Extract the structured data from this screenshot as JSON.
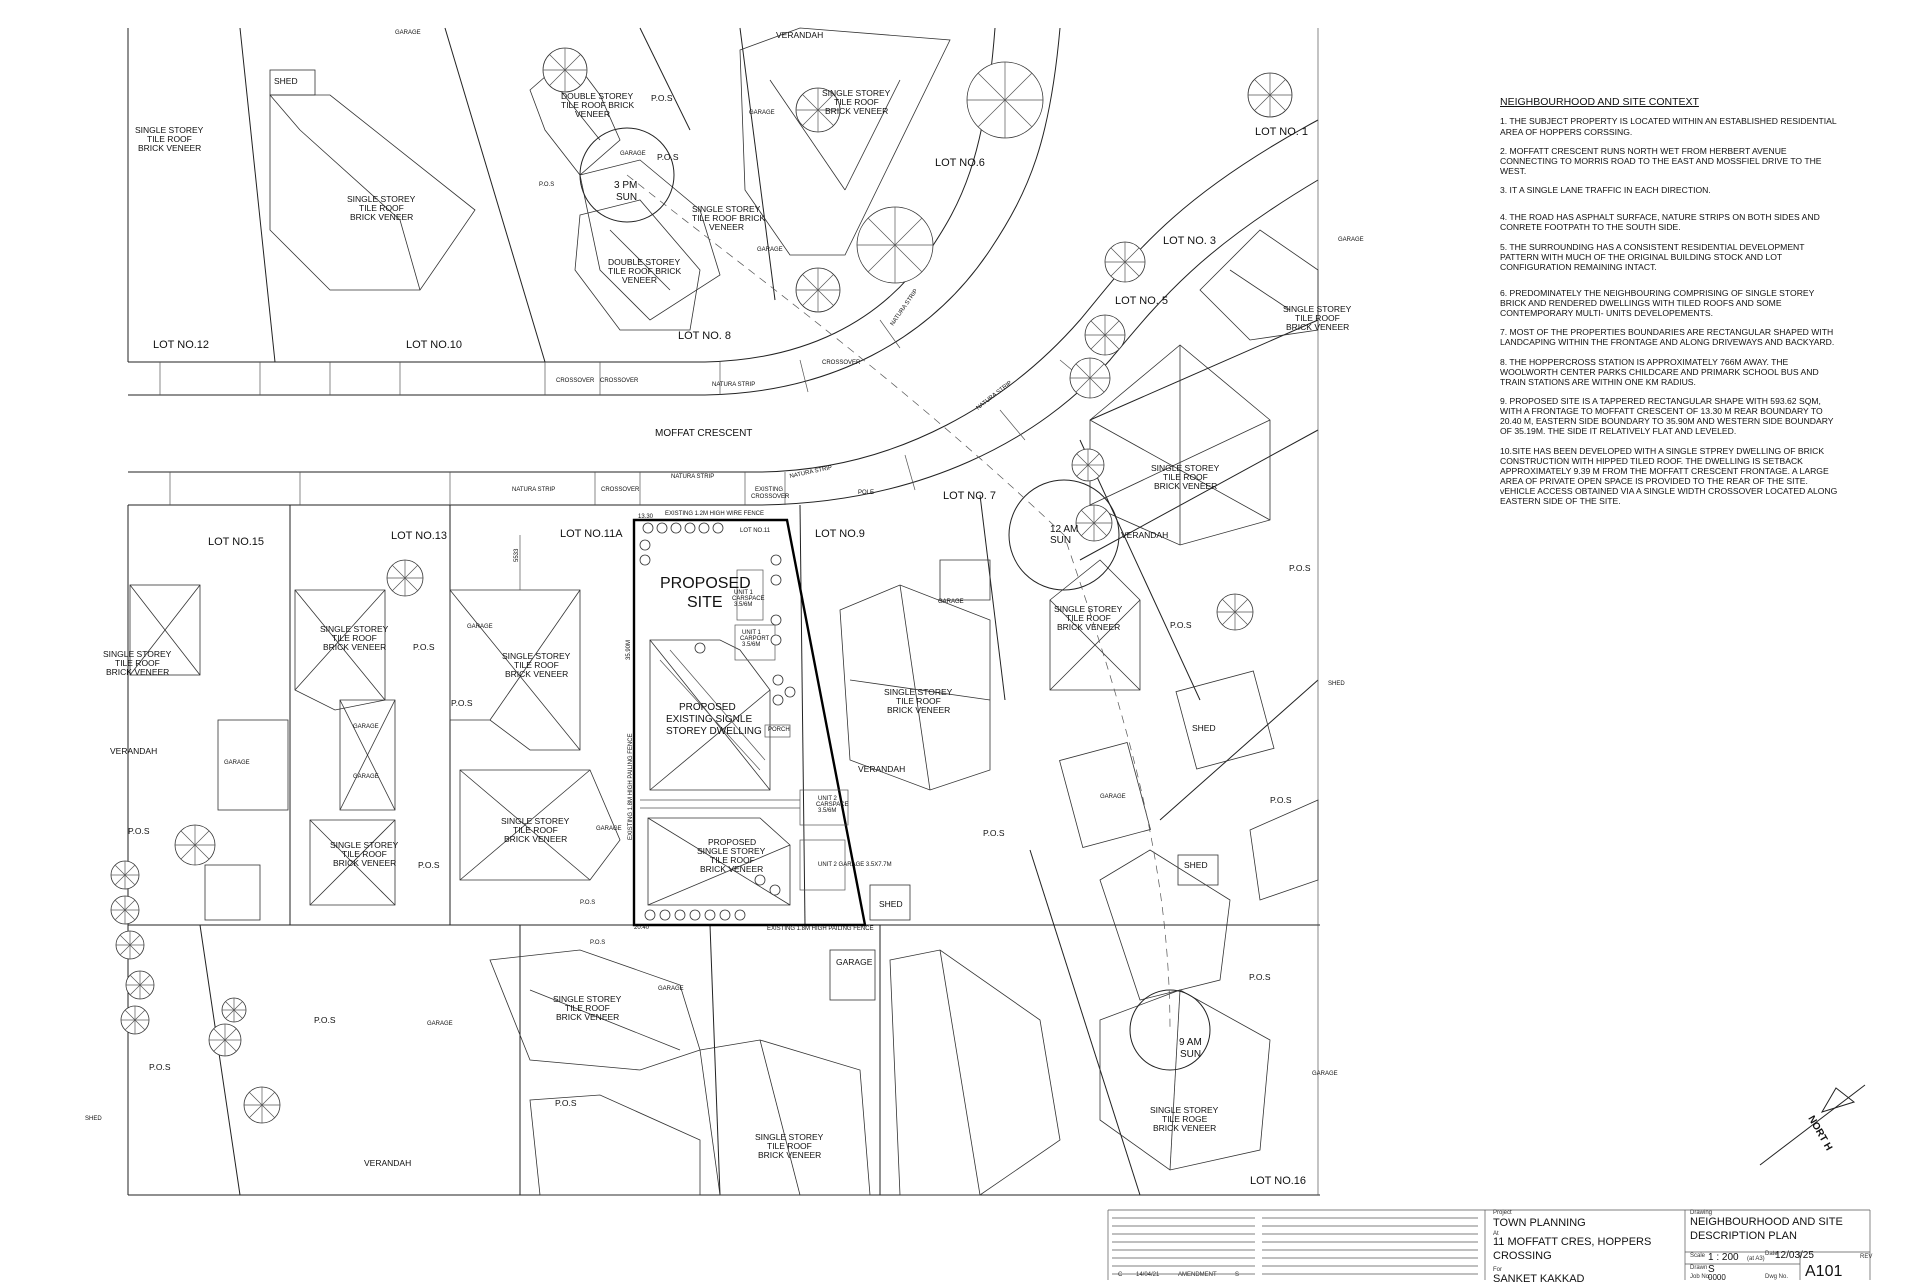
{
  "site_plan": {
    "proposed_site_label": [
      "PROPOSED",
      "SITE"
    ],
    "street": "MOFFAT CRESCENT",
    "lots": {
      "lot1": "LOT NO. 1",
      "lot3": "LOT NO. 3",
      "lot5": "LOT NO. 5",
      "lot6": "LOT NO.6",
      "lot7": "LOT NO. 7",
      "lot8": "LOT NO. 8",
      "lot9": "LOT NO.9",
      "lot10": "LOT NO.10",
      "lot11": "LOT NO.11",
      "lot11a": "LOT NO.11A",
      "lot12": "LOT NO.12",
      "lot13": "LOT NO.13",
      "lot15": "LOT NO.15",
      "lot16": "LOT NO.16"
    },
    "house_label": [
      "SINGLE STOREY",
      "TILE ROOF",
      "BRICK VENEER"
    ],
    "double_label": [
      "DOUBLE STOREY",
      "TILE ROOF BRICK",
      "VENEER"
    ],
    "single_brick_label": [
      "SINGLE STOREY",
      "TILE ROOF BRICK",
      "VENEER"
    ],
    "tile_roge_label": [
      "SINGLE STOREY",
      "TILE ROGE",
      "BRICK VENEER"
    ],
    "existing_dwelling": [
      "PROPOSED",
      "EXISTING SIGNLE",
      "STOREY  DWELLING"
    ],
    "proposed_unit": [
      "PROPOSED",
      "SINGLE STOREY",
      "TILE ROOF",
      "BRICK VENEER"
    ],
    "pos": "P.O.S",
    "garage": "GARAGE",
    "shed": "SHED",
    "verandah": "VERANDAH",
    "porch": "PORCH",
    "crossover": "CROSSOVER",
    "natura_strip": "NATURA STRIP",
    "existing_crossover": [
      "EXISTING",
      "CROSSOVER"
    ],
    "pole": "POLE",
    "sun_3pm": [
      "3 PM",
      "SUN"
    ],
    "sun_12am": [
      "12 AM",
      "SUN"
    ],
    "sun_9am": [
      "9 AM",
      "SUN"
    ],
    "fence_front": "EXISTING 1.2M HIGH WIRE FENCE",
    "fence_rear": "EXISTING 1.8M HIGH PAILING FENCE",
    "fence_side": "EXISTING 1.8M HIGH PAILING FENCE",
    "dim_front": "13.30",
    "dim_rear": "20.40",
    "dim_east": "35.90M",
    "dim_setback": "5533",
    "unit1_carport": [
      "UNIT 1",
      "CARPORT",
      "3.5/6M"
    ],
    "unit1_carspace": [
      "UNIT 1",
      "CARSPACE",
      "3.5/6M"
    ],
    "unit2_carspace": [
      "UNIT 2",
      "CARSPACE",
      "3.5/6M"
    ],
    "unit2_garage": "UNIT 2 GARAGE 3.5X7.7M",
    "north": "NORT H"
  },
  "context": {
    "heading": "NEIGHBOURHOOD AND  SITE CONTEXT",
    "items": [
      "1. THE SUBJECT PROPERTY IS LOCATED WITHIN AN ESTABLISHED RESIDENTIAL AREA OF HOPPERS CORSSING.",
      "2. MOFFATT CRESCENT RUNS NORTH WET FROM HERBERT AVENUE CONNECTING TO MORRIS ROAD TO THE EAST AND MOSSFIEL DRIVE TO THE WEST.",
      "3. IT A SINGLE LANE TRAFFIC IN EACH DIRECTION.",
      "4. THE ROAD HAS ASPHALT SURFACE, NATURE STRIPS ON BOTH SIDES AND CONRETE FOOTPATH TO THE SOUTH SIDE.",
      "5. THE SURROUNDING HAS A CONSISTENT RESIDENTIAL DEVELOPMENT PATTERN WITH MUCH OF THE ORIGINAL BUILDING STOCK AND LOT CONFIGURATION REMAINING INTACT.",
      "6. PREDOMINATELY THE NEIGHBOURING COMPRISING OF SINGLE STOREY BRICK AND RENDERED DWELLINGS WITH TILED ROOFS AND SOME CONTEMPORARY MULTI- UNITS DEVELOPEMENTS.",
      "7. MOST OF THE PROPERTIES BOUNDARIES ARE RECTANGULAR SHAPED WITH LANDCAPING WITHIN THE FRONTAGE AND ALONG DRIVEWAYS AND BACKYARD.",
      "8. THE HOPPERCROSS STATION IS APPROXIMATELY 766M AWAY. THE WOOLWORTH CENTER PARKS CHILDCARE AND PRIMARK SCHOOL BUS AND TRAIN STATIONS ARE WITHIN ONE KM RADIUS.",
      " 9. PROPOSED SITE IS A TAPPERED RECTANGULAR SHAPE WITH 593.62 SQM, WITH A FRONTAGE TO MOFFATT CRESCENT OF 13.30 M REAR BOUNDARY TO 20.40 M, EASTERN SIDE BOUNDARY TO 35.90M  AND WESTERN SIDE BOUNDARY OF 35.19M. THE SIDE IT RELATIVELY FLAT AND LEVELED.",
      "10.SITE HAS BEEN DEVELOPED WITH A SINGLE STPREY DWELLING OF BRICK CONSTRUCTION WITH HIPPED TILED ROOF. THE DWELLING IS SETBACK APPROXIMATELY 9.39 M FROM THE MOFFATT CRESCENT FRONTAGE. A LARGE AREA OF PRIVATE OPEN SPACE IS PROVIDED TO THE REAR OF THE SITE. vEHICLE ACCESS OBTAINED VIA A SINGLE WIDTH CROSSOVER LOCATED ALONG EASTERN SIDE OF THE SITE."
    ]
  },
  "title_block": {
    "project_caption": "Project",
    "project": "TOWN PLANNING",
    "at_caption": "At",
    "address": [
      "11 MOFFATT CRES, HOPPERS",
      "CROSSING"
    ],
    "for_caption": "For",
    "client": "SANKET KAKKAD",
    "drawing_caption": "Drawing",
    "drawing": [
      "NEIGHBOURHOOD AND SITE",
      "DESCRIPTION PLAN"
    ],
    "scale_caption": "Scale",
    "scale": "1 : 200",
    "scale_note": "(at A3)",
    "date_caption": "Date",
    "date": "12/03/25",
    "drawn_caption": "Drawn",
    "drawn": "S",
    "job_caption": "Job No.",
    "job": "0000",
    "dwg_caption": "Dwg No.",
    "rev_caption": "REV",
    "sheet": "A101",
    "revision_row": [
      "C",
      "14/04/21",
      "AMENDMENT",
      "S"
    ]
  }
}
